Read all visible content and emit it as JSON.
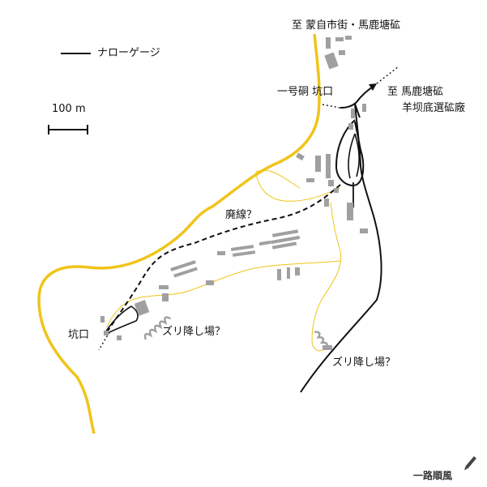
{
  "legend": {
    "narrow_gauge_label": "ナローゲージ",
    "scale_label": "100 m"
  },
  "labels": {
    "to_mengzi": "至 蒙自市街・馬鹿塘砿",
    "tunnel_1_adit": "一号硐 坑口",
    "to_maludang": "至 馬鹿塘砿",
    "yangbadi_plant": "羊坝底選砿廠",
    "abandoned_line": "廃線？",
    "adit_left": "坑口",
    "spoil_area_1": "ズリ降し場？",
    "spoil_area_2": "ズリ降し場？"
  },
  "credit": {
    "text": "一路順風",
    "icon": "pen-icon"
  },
  "colors": {
    "road": "#f0c419",
    "minor_road": "#f0c419",
    "railway": "#111111",
    "building": "#a0a0a0",
    "spoil": "#a0a0a0"
  }
}
